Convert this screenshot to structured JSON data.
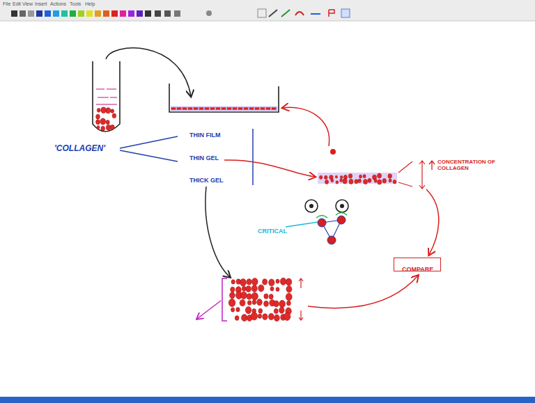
{
  "diagram": {
    "nodes": [
      {
        "text": [
          "COMPARE"
        ]
      }
    ],
    "labels": [
      "File",
      "Edit",
      "View",
      "Insert",
      "Actions",
      "Tools",
      "Help",
      "'COLLAGEN'",
      "THIN FILM",
      "THIN GEL",
      "THICK GEL",
      "CONCENTRATION OF COLLAGEN",
      "CRITICAL"
    ]
  }
}
